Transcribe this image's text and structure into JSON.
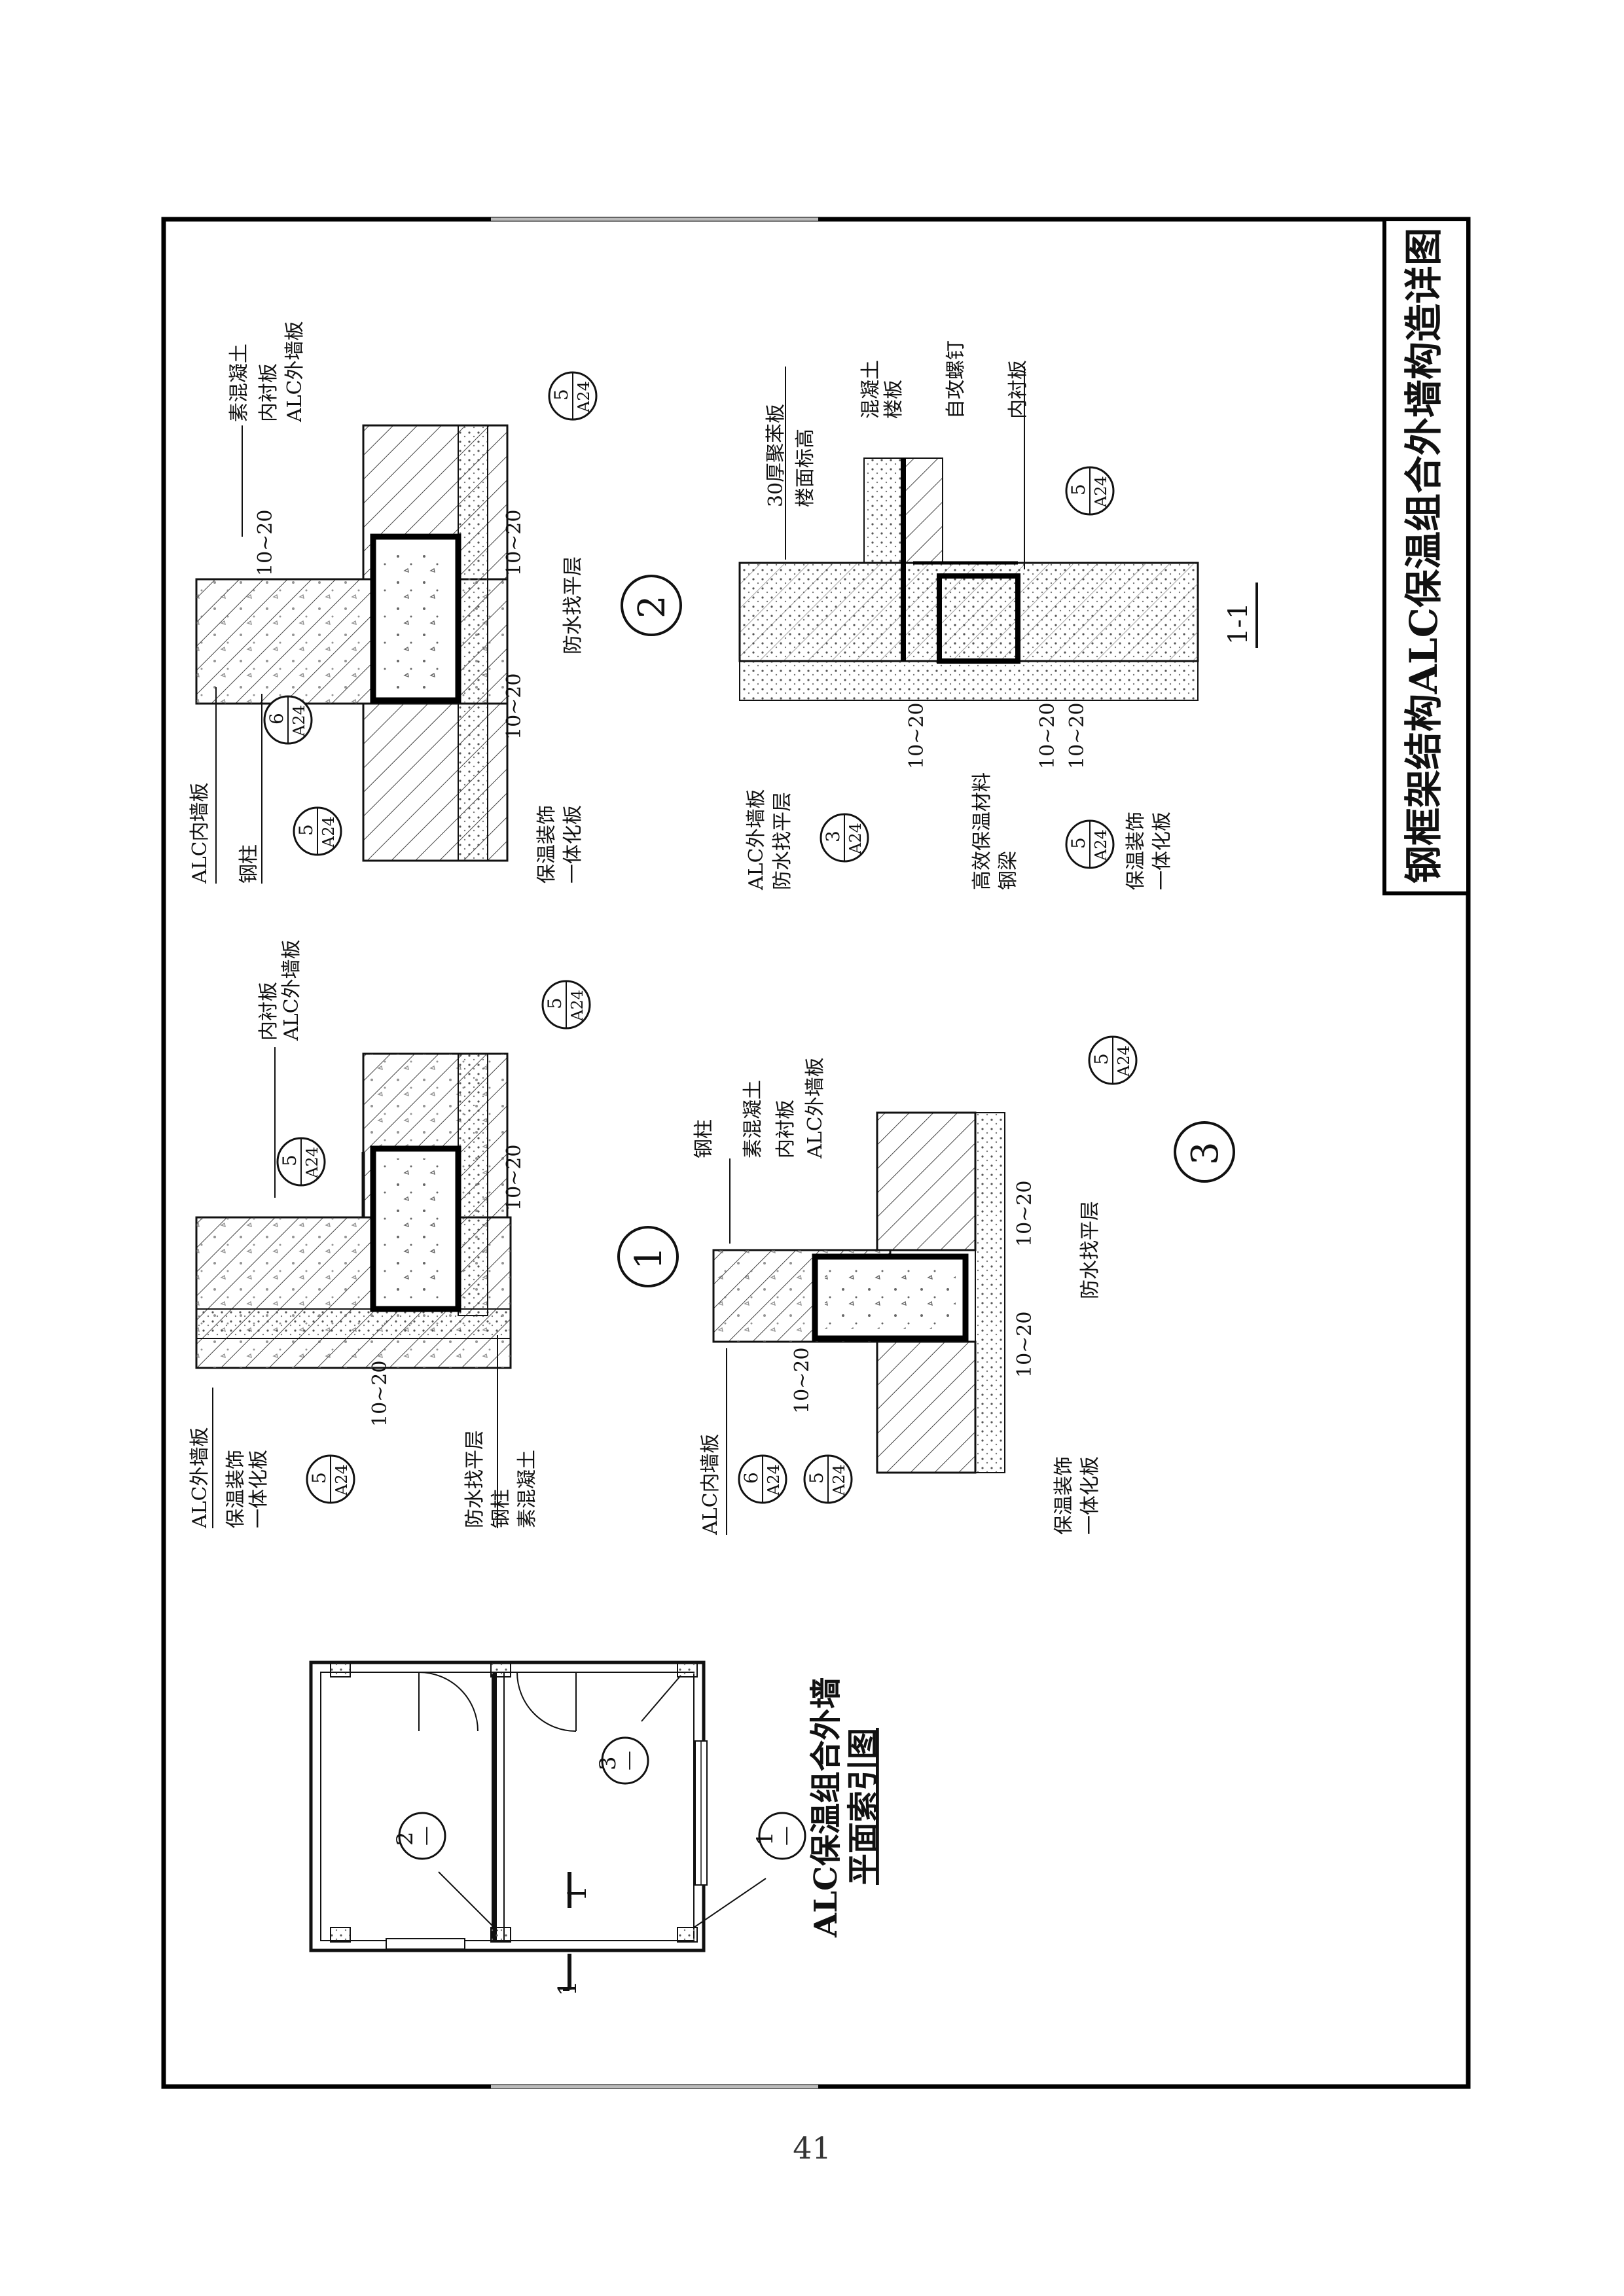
{
  "sheet": {
    "title": "钢框架结构ALC保温组合外墙构造详图",
    "page_number": "41"
  },
  "index_plan": {
    "title": "ALC保温组合外墙",
    "subtitle": "平面索引图",
    "callouts": [
      {
        "num": "1",
        "sheet": "—"
      },
      {
        "num": "2",
        "sheet": "—"
      },
      {
        "num": "3",
        "sheet": "—"
      }
    ],
    "section_mark": "1"
  },
  "detail_1": {
    "number": "1",
    "labels_left": [
      "ALC外墙板",
      "保温装饰",
      "一体化板",
      "防水找平层",
      "钢柱",
      "素混凝土"
    ],
    "labels_top": [
      "内衬板",
      "ALC外墙板"
    ],
    "dims": [
      "10~20",
      "10~20"
    ],
    "refs": [
      {
        "num": "5",
        "sheet": "A24"
      },
      {
        "num": "5",
        "sheet": "A24"
      },
      {
        "num": "5",
        "sheet": "A24"
      }
    ]
  },
  "detail_2": {
    "number": "2",
    "labels_left": [
      "ALC内墙板",
      "钢柱",
      "保温装饰",
      "一体化板"
    ],
    "labels_top": [
      "素混凝土",
      "内衬板",
      "ALC外墙板"
    ],
    "labels_right": [
      "防水找平层"
    ],
    "dims": [
      "10~20",
      "10~20",
      "10~20"
    ],
    "refs": [
      {
        "num": "6",
        "sheet": "A24"
      },
      {
        "num": "5",
        "sheet": "A24"
      },
      {
        "num": "5",
        "sheet": "A24"
      }
    ]
  },
  "detail_3": {
    "number": "3",
    "labels_left": [
      "ALC内墙板",
      "保温装饰",
      "一体化板"
    ],
    "labels_top": [
      "钢柱",
      "素混凝土",
      "内衬板",
      "ALC外墙板"
    ],
    "labels_right": [
      "防水找平层"
    ],
    "dims": [
      "10~20",
      "10~20",
      "10~20"
    ],
    "refs": [
      {
        "num": "6",
        "sheet": "A24"
      },
      {
        "num": "5",
        "sheet": "A24"
      },
      {
        "num": "5",
        "sheet": "A24"
      }
    ]
  },
  "section_1_1": {
    "title": "1-1",
    "labels_left": [
      "ALC外墙板",
      "防水找平层",
      "高效保温材料",
      "钢梁",
      "保温装饰",
      "一体化板"
    ],
    "labels_top": [
      "30厚聚苯板",
      "楼面标高",
      "混凝土",
      "楼板",
      "自攻螺钉",
      "内衬板"
    ],
    "dims": [
      "10~20",
      "10~20",
      "10~20"
    ],
    "refs": [
      {
        "num": "3",
        "sheet": "A24"
      },
      {
        "num": "5",
        "sheet": "A24"
      },
      {
        "num": "5",
        "sheet": "A24"
      }
    ]
  }
}
